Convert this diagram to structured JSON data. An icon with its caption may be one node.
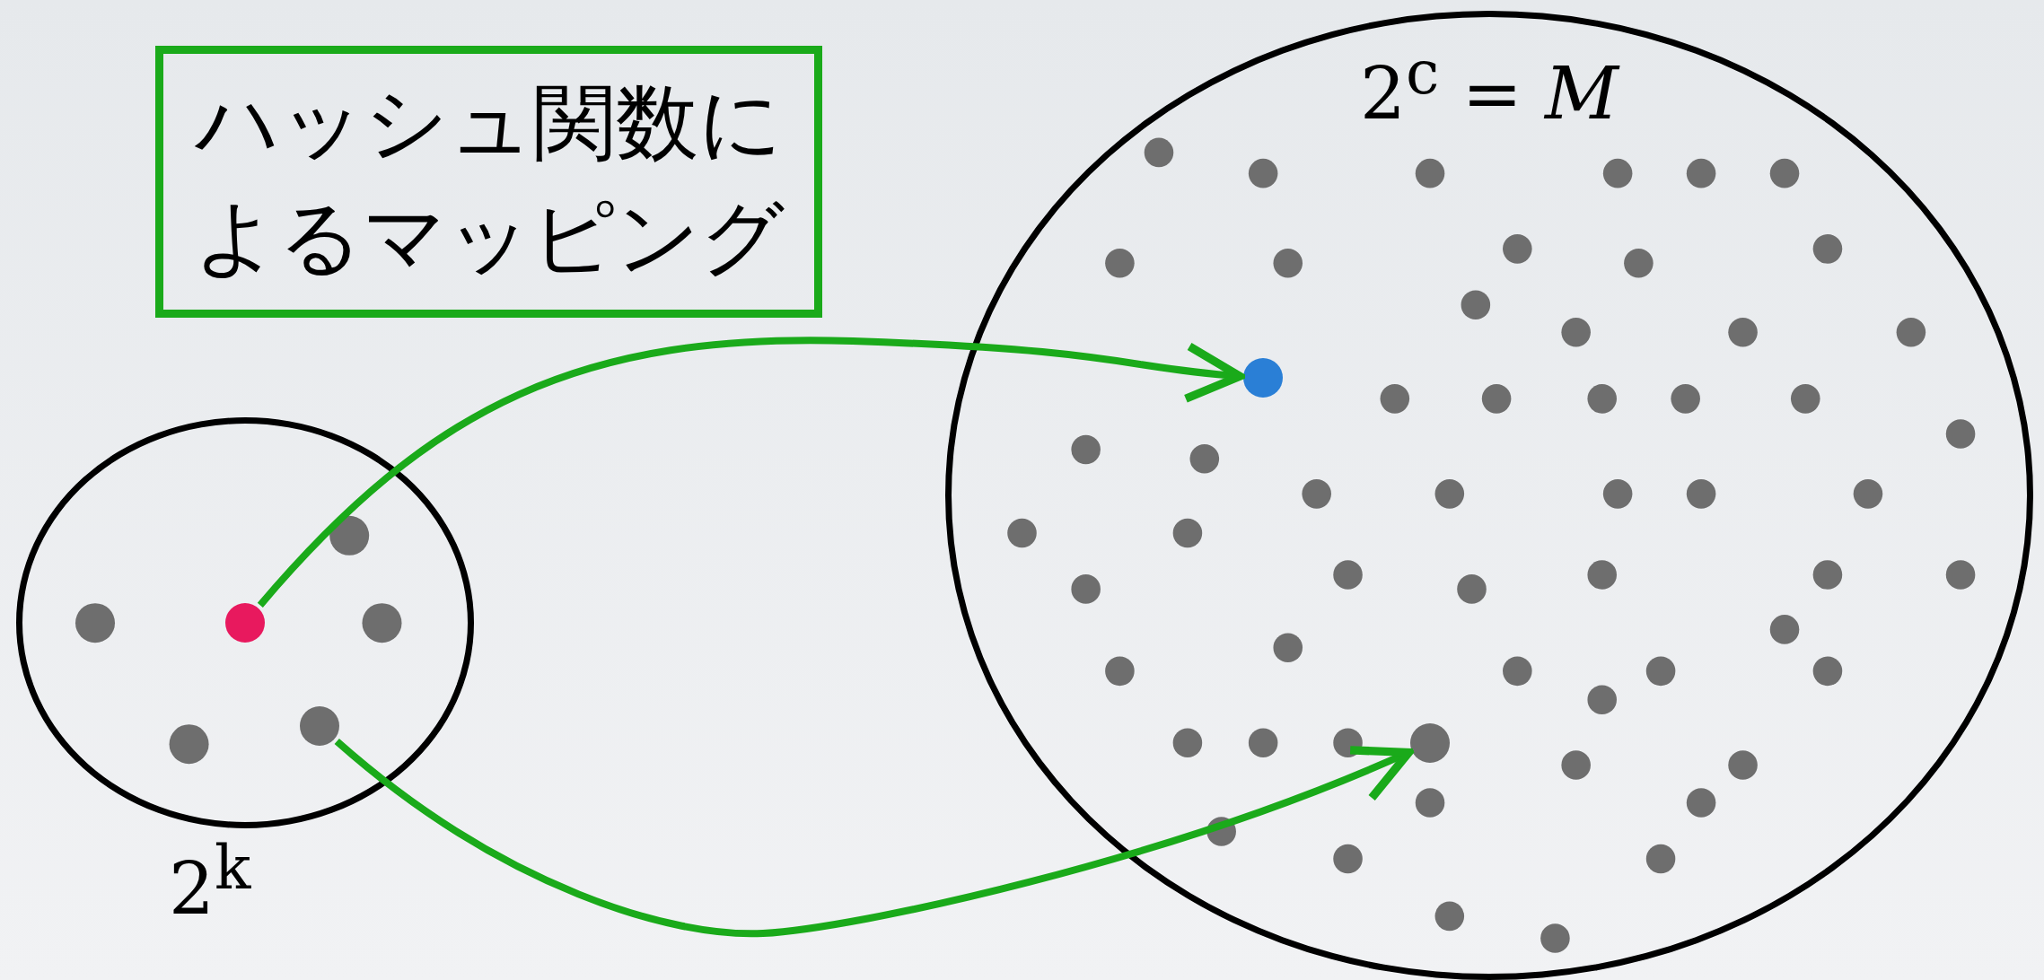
{
  "diagram": {
    "nodes": [
      {
        "text": [
          "ハッシュ関数によるマッピング"
        ]
      },
      {
        "text": [],
        "shape": "circle",
        "beside": [
          "2$^{k}$"
        ]
      },
      {
        "text": [],
        "shape": "circle",
        "in": 1
      },
      {
        "text": [],
        "shape": "circle",
        "in": 1
      },
      {
        "text": [
          "2$^{c}$ = *M*"
        ]
      },
      {
        "text": [],
        "shape": "circle",
        "in": 4
      },
      {
        "text": [],
        "shape": "circle",
        "in": 4
      }
    ],
    "edges": [
      {
        "from": 2,
        "to": 5,
        "arrow": "to"
      },
      {
        "from": 3,
        "to": 6,
        "arrow": "to"
      }
    ]
  }
}
